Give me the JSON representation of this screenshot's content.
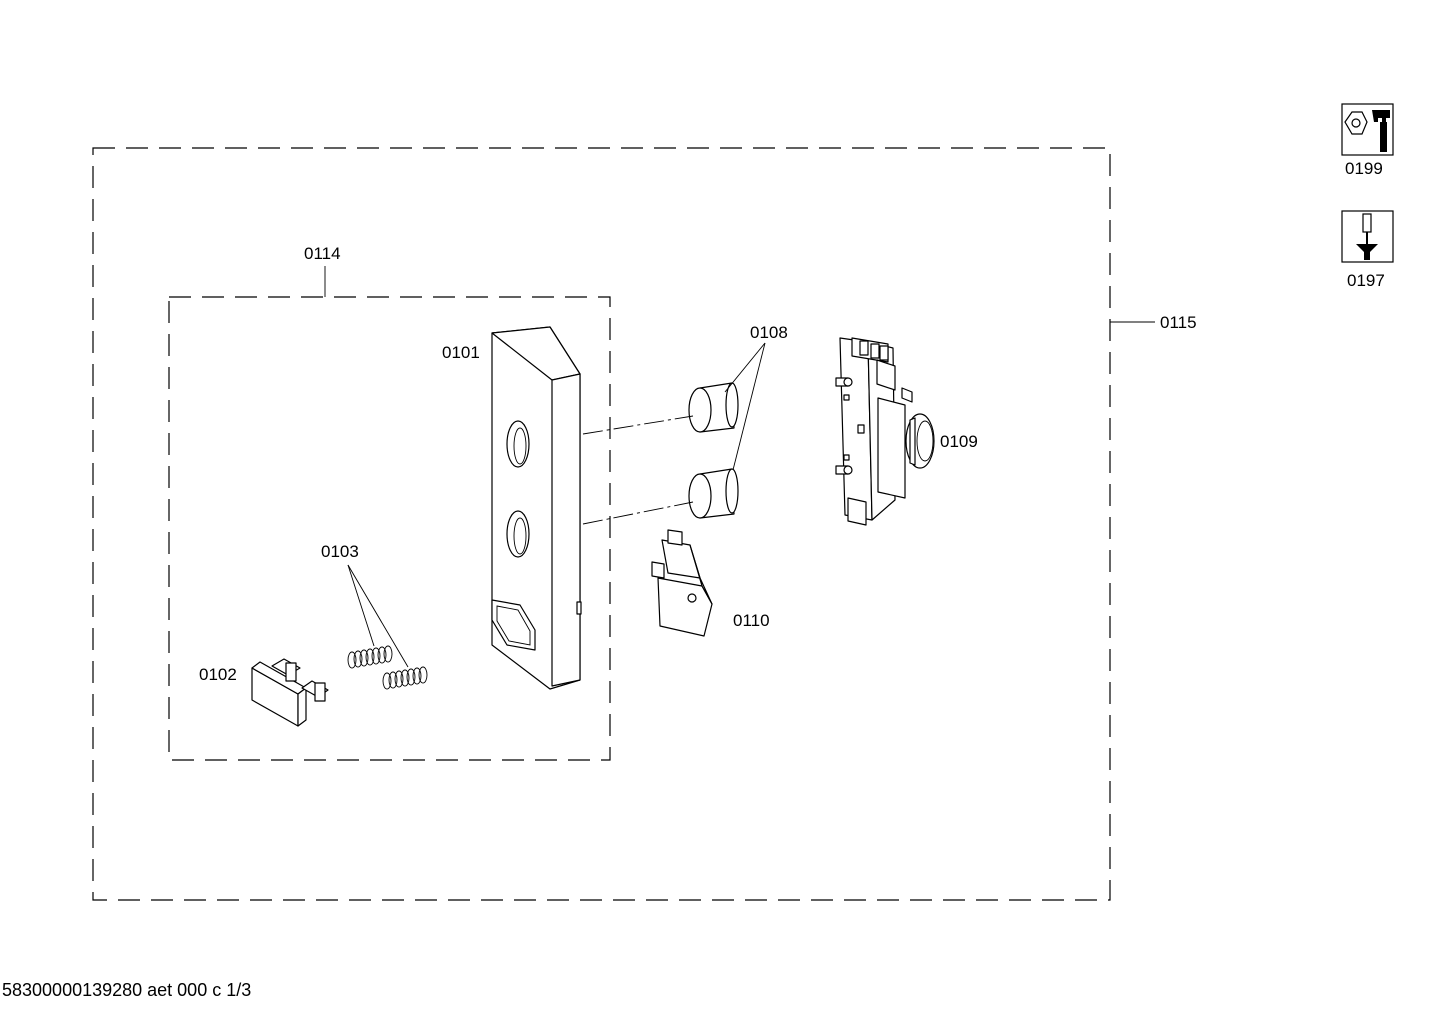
{
  "labels": {
    "group_outer": "0115",
    "group_inner": "0114",
    "front_panel": "0101",
    "button": "0102",
    "springs": "0103",
    "knobs": "0108",
    "timer": "0109",
    "switch": "0110",
    "tool_wrench": "0199",
    "tool_screw": "0197"
  },
  "footer": {
    "doc_code": "58300000139280 aet 000 c 1/3"
  }
}
